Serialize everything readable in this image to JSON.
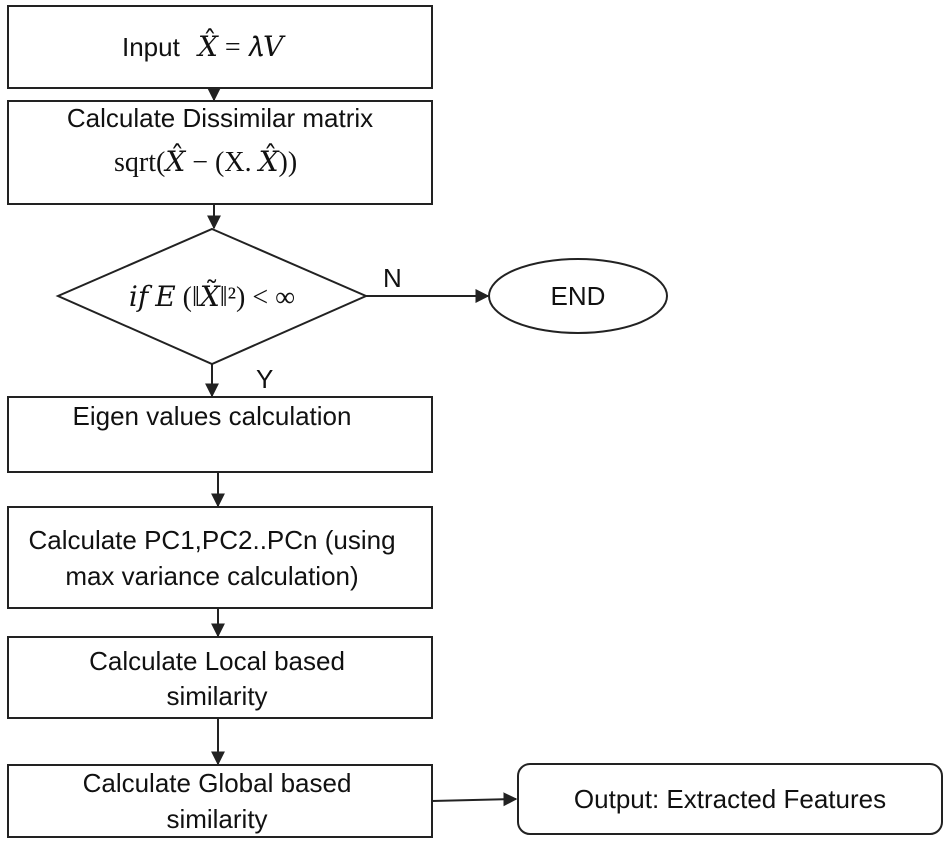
{
  "flowchart": {
    "input": {
      "prefix": "Input",
      "formula": "𝑋̂ = 𝜆𝑉"
    },
    "dissimilar": {
      "line1": "Calculate Dissimilar matrix",
      "line2": "sqrt(𝑋̂ − (X. 𝑋̂))"
    },
    "decision": {
      "condition": "𝑖𝑓 𝐸 (‖𝑋̃‖²) < ∞",
      "no_label": "N",
      "yes_label": "Y"
    },
    "end": {
      "label": "END"
    },
    "eigen": {
      "label": "Eigen values calculation"
    },
    "pc": {
      "line1": "Calculate PC1,PC2..PCn (using",
      "line2": "max variance calculation)"
    },
    "local": {
      "line1": "Calculate Local based",
      "line2": "similarity"
    },
    "global": {
      "line1": "Calculate Global based",
      "line2": "similarity"
    },
    "output": {
      "label": "Output: Extracted Features"
    }
  }
}
